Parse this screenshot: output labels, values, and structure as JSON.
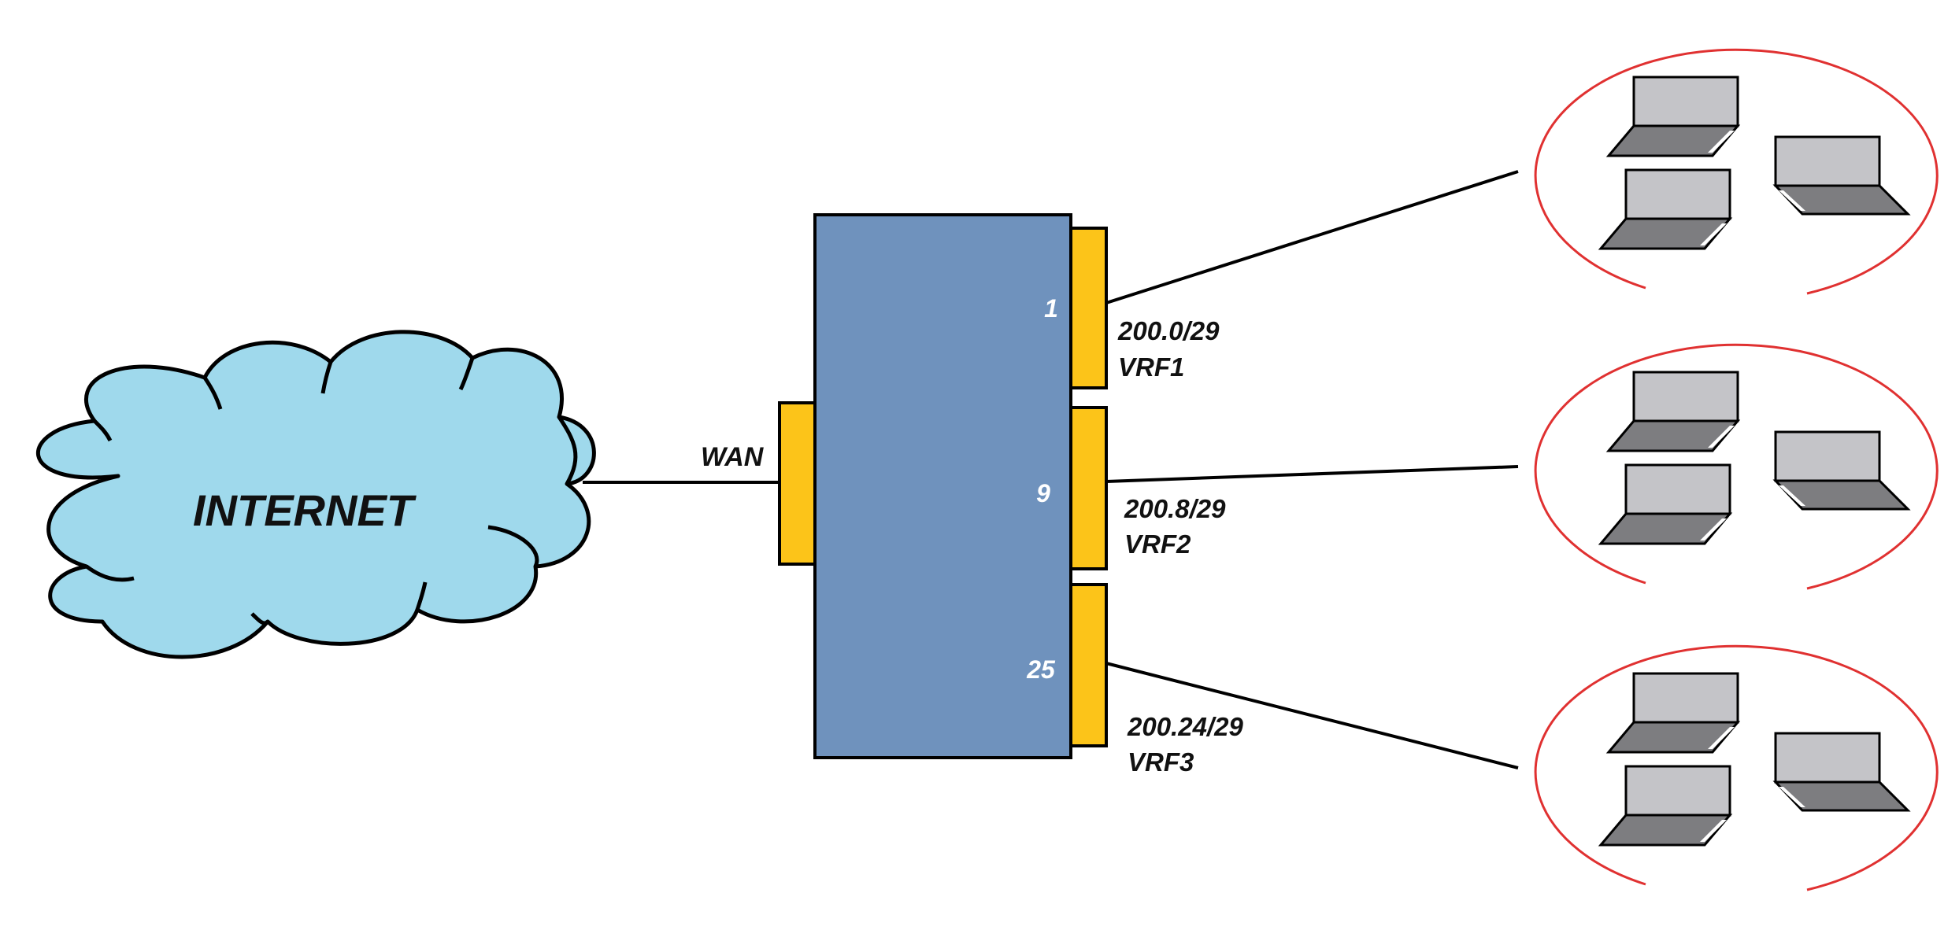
{
  "cloud": {
    "label": "INTERNET"
  },
  "wan": {
    "label": "WAN"
  },
  "ports": [
    {
      "number": "1",
      "subnet": "200.0/29",
      "vrf": "VRF1"
    },
    {
      "number": "9",
      "subnet": "200.8/29",
      "vrf": "VRF2"
    },
    {
      "number": "25",
      "subnet": "200.24/29",
      "vrf": "VRF3"
    }
  ],
  "colors": {
    "switch": "#6f92bd",
    "port": "#fcc419",
    "cloud": "#9fd9ec",
    "group_ring": "#e03131",
    "laptop_screen": "#c4c4c8",
    "laptop_base": "#7d7d80"
  }
}
